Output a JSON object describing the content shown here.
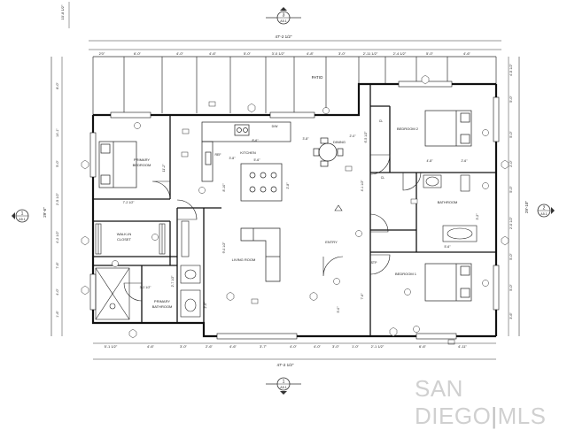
{
  "overall": {
    "width_top": "47'-2 1/2\"",
    "width_bottom": "47'-2 1/2\"",
    "depth_left": "29'-6\"",
    "depth_right": "29'-10\"",
    "top_offset": "10'-8 1/2\""
  },
  "section_markers": {
    "top": {
      "num": "3",
      "sheet": "A5.1"
    },
    "bottom": {
      "num": "1",
      "sheet": "A5.1"
    },
    "left": {
      "num": "1",
      "sheet": "A5.1"
    },
    "right": {
      "num": "2",
      "sheet": "A5.1"
    }
  },
  "top_dims": [
    "2'0\"",
    "6'-0\"",
    "4'-0\"",
    "4'-6\"",
    "5'-0\"",
    "3'-0 1/2\"",
    "4'-8\"",
    "3'-0\"",
    "2'-11 1/2\"",
    "2'-4 1/2\"",
    "5'-0\"",
    "4'-6\""
  ],
  "bottom_dims": [
    "5'-1 1/2\"",
    "4'-6\"",
    "3'-0\"",
    "2'-6\"",
    "4'-6\"",
    "3'-7\"",
    "4'-0\"",
    "4'-0\"",
    "3'-0\"",
    "1'-0\"",
    "2'-1 1/2\"",
    "6'-6\"",
    "4'-11\""
  ],
  "left_dims": [
    "8'-0\"",
    "14'-1\"",
    "5'-0\"",
    "2'-5 1/2\"",
    "4'-2 1/2\"",
    "7'-6\"",
    "4'-0\"",
    "1'-6\""
  ],
  "right_dims": [
    "4'-5 1/2\"",
    "5'-0\"",
    "5'-0\"",
    "2'-0\"",
    "5'-0\"",
    "2'-0 1/2\"",
    "5'-0\"",
    "5'-0\"",
    "3'-6\""
  ],
  "rooms": {
    "patio": "PATIO",
    "bedroom2": "BEDROOM 2",
    "primary_bedroom": [
      "PRIMARY",
      "BEDROOM"
    ],
    "kitchen": "KITCHEN",
    "dining": "DINING",
    "walk_in_closet": [
      "WALK-IN",
      "CLOSET"
    ],
    "living_room": "LIVING ROOM",
    "entry": "ENTRY",
    "bathroom": "BATHROOM",
    "bedroom1": "BEDROOM 1",
    "primary_bathroom": [
      "PRIMARY",
      "BATHROOM"
    ]
  },
  "interior_dims": {
    "primary_bed_h": "11'-2\"",
    "kitchen_a": "8'-6\"",
    "kitchen_b": "5'-6\"",
    "kitchen_c": "3'-8\"",
    "dining_a": "3'-8\"",
    "dining_b": "2'-0\"",
    "island": "2'-8\"",
    "closet_w": "7'-2 1/2\"",
    "living_h": "9'-0 1/2\"",
    "living_w": "8'-10\"",
    "bath_w": "3'-2 1/2\"",
    "bath_a": "2'-6\"",
    "bath_b": "2'-7 1/2\"",
    "hall_a": "4'-8\"",
    "hall_b": "4'-1 1/2\"",
    "bath2_a": "5'-6\"",
    "bath2_b": "3'-2\"",
    "entry_a": "5'-0\"",
    "entry_b": "7'-6\"",
    "bed2_a": "6'-5 1/2\"",
    "bed2_b": "2'-6\""
  },
  "labels": {
    "cl": "CL",
    "dw": "D/W",
    "ref": "REF",
    "stp": "STP"
  },
  "watermark": {
    "left": "SAN DIEGO",
    "sep": "|",
    "right": "MLS"
  }
}
